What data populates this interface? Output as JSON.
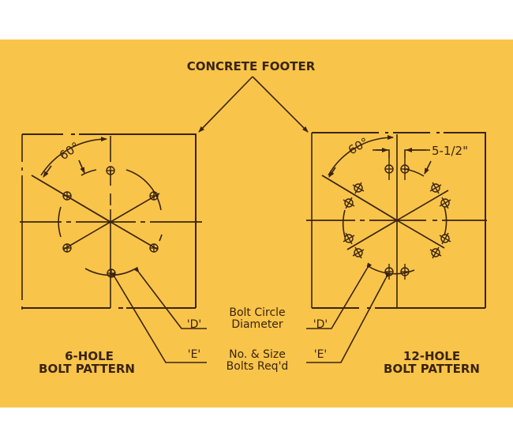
{
  "title": "CONCRETE FOOTER",
  "colors": {
    "background": "#f8c44a",
    "ink": "#3a2410",
    "page": "#ffffff"
  },
  "left_pattern": {
    "label_line1": "6-HOLE",
    "label_line2": "BOLT PATTERN",
    "angle": "60°",
    "holes": 6
  },
  "right_pattern": {
    "label_line1": "12-HOLE",
    "label_line2": "BOLT PATTERN",
    "angle": "60°",
    "spacing": "5-1/2\"",
    "holes": 12
  },
  "legend": {
    "d_marker": "'D'",
    "d_line1": "Bolt Circle",
    "d_line2": "Diameter",
    "e_marker": "'E'",
    "e_line1": "No. & Size",
    "e_line2": "Bolts Req'd"
  }
}
